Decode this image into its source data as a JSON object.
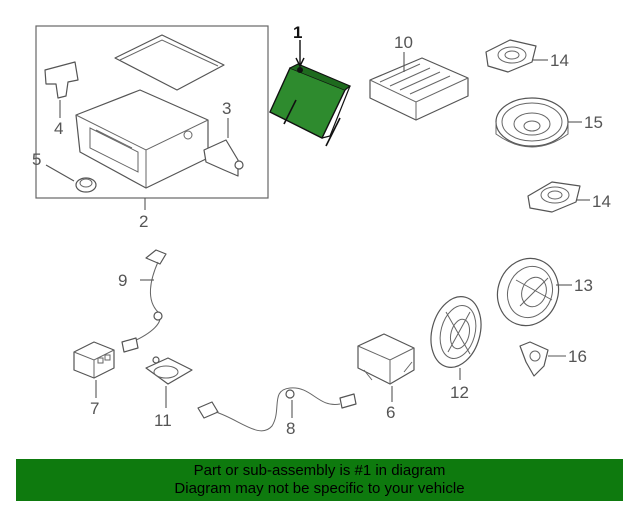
{
  "callouts": {
    "c1": "1",
    "c2": "2",
    "c3": "3",
    "c4": "4",
    "c5": "5",
    "c6": "6",
    "c7": "7",
    "c8": "8",
    "c9": "9",
    "c10": "10",
    "c11": "11",
    "c12": "12",
    "c13": "13",
    "c14a": "14",
    "c14b": "14",
    "c15": "15",
    "c16": "16"
  },
  "highlight_color": "#2e8b2e",
  "banner": {
    "line1": "Part or sub-assembly is #1 in diagram",
    "line2": "Diagram may not be specific to your vehicle",
    "color": "#0e7a0e"
  }
}
